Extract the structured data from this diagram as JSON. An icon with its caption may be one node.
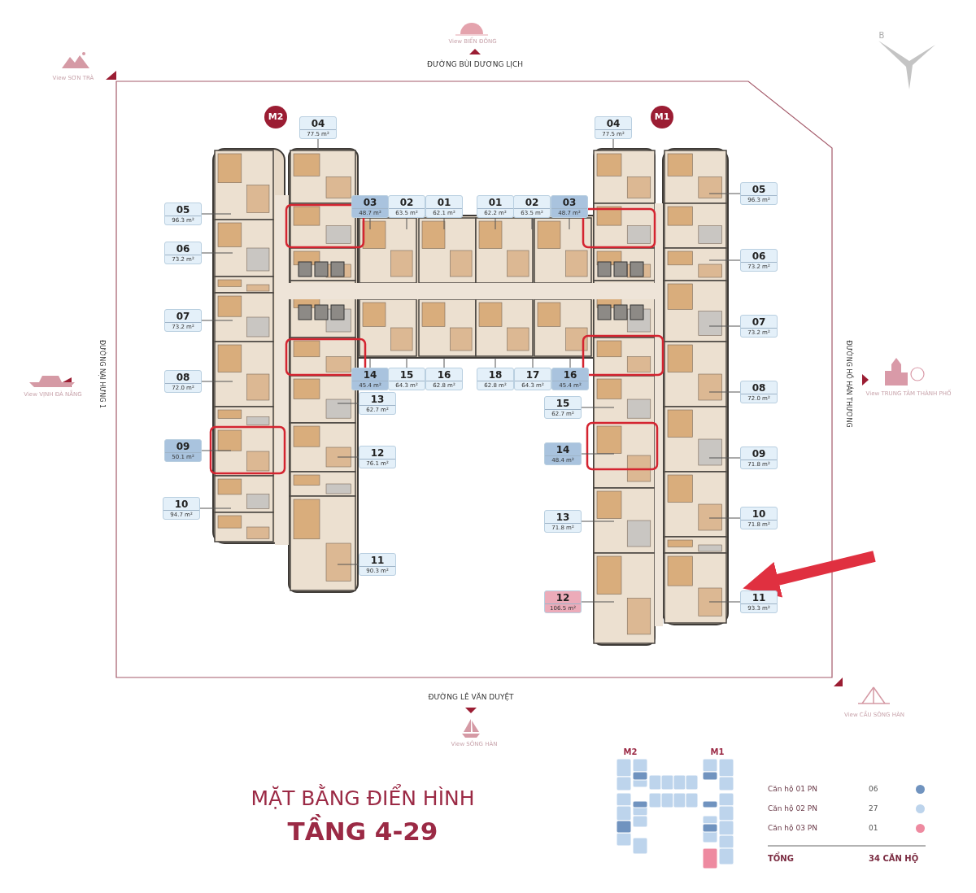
{
  "diagram": {
    "nodes": [
      {
        "text": [
          "M2"
        ]
      },
      {
        "text": [
          "M1"
        ]
      },
      {
        "text": [
          "04",
          "77.5 m²"
        ]
      },
      {
        "text": [
          "05",
          "96.3 m²"
        ]
      },
      {
        "text": [
          "06",
          "73.2 m²"
        ]
      },
      {
        "text": [
          "07",
          "73.2 m²"
        ]
      },
      {
        "text": [
          "08",
          "72.0 m²"
        ]
      },
      {
        "text": [
          "09",
          "50.1 m²"
        ]
      },
      {
        "text": [
          "10",
          "94.7 m²"
        ]
      },
      {
        "text": [
          "11",
          "90.3 m²"
        ]
      },
      {
        "text": [
          "12",
          "76.1 m²"
        ]
      },
      {
        "text": [
          "13",
          "62.7 m²"
        ]
      },
      {
        "text": [
          "14",
          "45.4 m²"
        ]
      },
      {
        "text": [
          "15",
          "64.3 m²"
        ]
      },
      {
        "text": [
          "16",
          "62.8 m²"
        ]
      },
      {
        "text": [
          "03",
          "48.7 m²"
        ]
      },
      {
        "text": [
          "02",
          "63.5 m²"
        ]
      },
      {
        "text": [
          "01",
          "62.1 m²"
        ]
      },
      {
        "text": [
          "01",
          "62.2 m²"
        ]
      },
      {
        "text": [
          "02",
          "63.5 m²"
        ]
      },
      {
        "text": [
          "03",
          "48.7 m²"
        ]
      },
      {
        "text": [
          "04",
          "77.5 m²"
        ]
      },
      {
        "text": [
          "05",
          "96.3 m²"
        ]
      },
      {
        "text": [
          "06",
          "73.2 m²"
        ]
      },
      {
        "text": [
          "07",
          "73.2 m²"
        ]
      },
      {
        "text": [
          "08",
          "72.0 m²"
        ]
      },
      {
        "text": [
          "09",
          "71.8 m²"
        ]
      },
      {
        "text": [
          "10",
          "71.8 m²"
        ]
      },
      {
        "text": [
          "11",
          "93.3 m²"
        ]
      },
      {
        "text": [
          "12",
          "106.5 m²"
        ]
      },
      {
        "text": [
          "13",
          "71.8 m²"
        ]
      },
      {
        "text": [
          "14",
          "48.4 m²"
        ]
      },
      {
        "text": [
          "15",
          "62.7 m²"
        ]
      },
      {
        "text": [
          "16",
          "45.4 m²"
        ]
      },
      {
        "text": [
          "17",
          "64.3 m²"
        ]
      },
      {
        "text": [
          "18",
          "62.8 m²"
        ]
      }
    ],
    "edges": [
      {
        "from": 2,
        "to": null,
        "arrow": "none"
      },
      {
        "from": 3,
        "to": null,
        "arrow": "none"
      },
      {
        "from": 4,
        "to": null,
        "arrow": "none"
      },
      {
        "from": 5,
        "to": null,
        "arrow": "none"
      },
      {
        "from": 6,
        "to": null,
        "arrow": "none"
      },
      {
        "from": 7,
        "to": null,
        "arrow": "none"
      },
      {
        "from": 8,
        "to": null,
        "arrow": "none"
      },
      {
        "from": 9,
        "to": null,
        "arrow": "none"
      },
      {
        "from": 10,
        "to": null,
        "arrow": "none"
      },
      {
        "from": 11,
        "to": null,
        "arrow": "none"
      },
      {
        "from": 12,
        "to": null,
        "arrow": "none"
      },
      {
        "from": 13,
        "to": null,
        "arrow": "none"
      },
      {
        "from": 14,
        "to": null,
        "arrow": "none"
      },
      {
        "from": 15,
        "to": null,
        "arrow": "none"
      },
      {
        "from": 16,
        "to": null,
        "arrow": "none"
      },
      {
        "from": 17,
        "to": null,
        "arrow": "none"
      },
      {
        "from": 18,
        "to": null,
        "arrow": "none"
      },
      {
        "from": 19,
        "to": null,
        "arrow": "none"
      },
      {
        "from": 20,
        "to": null,
        "arrow": "none"
      },
      {
        "from": 21,
        "to": null,
        "arrow": "none"
      },
      {
        "from": 22,
        "to": null,
        "arrow": "none"
      },
      {
        "from": 23,
        "to": null,
        "arrow": "none"
      },
      {
        "from": 24,
        "to": null,
        "arrow": "none"
      },
      {
        "from": 25,
        "to": null,
        "arrow": "none"
      },
      {
        "from": 26,
        "to": null,
        "arrow": "none"
      },
      {
        "from": 27,
        "to": null,
        "arrow": "none"
      },
      {
        "from": 28,
        "to": null,
        "arrow": "none"
      },
      {
        "from": 29,
        "to": null,
        "arrow": "none"
      },
      {
        "from": 30,
        "to": null,
        "arrow": "none"
      },
      {
        "from": 31,
        "to": null,
        "arrow": "none"
      },
      {
        "from": 32,
        "to": null,
        "arrow": "none"
      },
      {
        "from": 33,
        "to": null,
        "arrow": "none"
      },
      {
        "from": 34,
        "to": null,
        "arrow": "none"
      },
      {
        "from": 35,
        "to": null,
        "arrow": "none"
      },
      {
        "from": null,
        "to": 28,
        "arrow": "to",
        "style": "thick",
        "color": "#e03040"
      }
    ],
    "labels": [
      "View SƠN TRÀ",
      "View BIỂN ĐÔNG",
      "ĐƯỜNG BÙI DƯƠNG LỊCH",
      "B",
      "ĐƯỜNG NẠI HƯNG 1",
      "View VỊNH ĐÀ NẴNG",
      "ĐƯỜNG HỒ HÁN THƯƠNG",
      "View TRUNG TÂM THÀNH PHỐ",
      "ĐƯỜNG LÊ VĂN DUYỆT",
      "View SÔNG HÀN",
      "View CẦU SÔNG HÀN",
      "MẶT BẰNG ĐIỂN HÌNH",
      "TẦNG 4-29",
      "M2",
      "M1",
      "06",
      "27",
      "01",
      "TỔNG",
      "34 CĂN HỘ"
    ],
    "legend": [
      {
        "text": "Căn hộ 01 PN",
        "color": "#7093bf"
      },
      {
        "text": "Căn hộ 02 PN",
        "color": "#bdd4ec"
      },
      {
        "text": "Căn hộ 03 PN",
        "color": "#ee8aa0"
      }
    ]
  }
}
